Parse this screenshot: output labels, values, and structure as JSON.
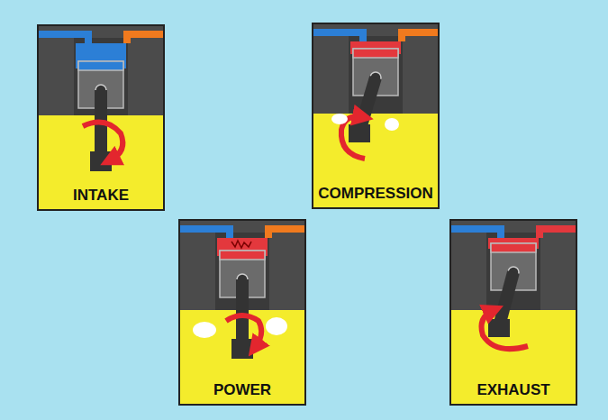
{
  "diagram": {
    "nodes": [
      {
        "text": [
          "INTAKE"
        ]
      },
      {
        "text": [
          "COMPRESSION"
        ]
      },
      {
        "text": [
          "POWER"
        ]
      },
      {
        "text": [
          "EXHAUST"
        ]
      }
    ]
  }
}
